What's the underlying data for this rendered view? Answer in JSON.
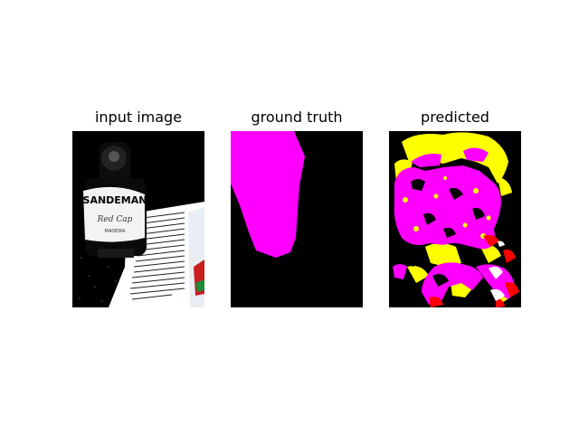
{
  "figure": {
    "panels": [
      {
        "title": "input image"
      },
      {
        "title": "ground truth"
      },
      {
        "title": "predicted"
      }
    ]
  },
  "colors": {
    "background": "#ffffff",
    "mask_background": "#000000",
    "class_magenta": "#ff00ff",
    "class_yellow": "#ffff00",
    "class_red": "#ff0000",
    "class_white": "#ffffff"
  },
  "photo_text": {
    "label_brand": "SANDEMAN",
    "label_script": "Red Cap",
    "label_sub": "MADEIRA"
  }
}
